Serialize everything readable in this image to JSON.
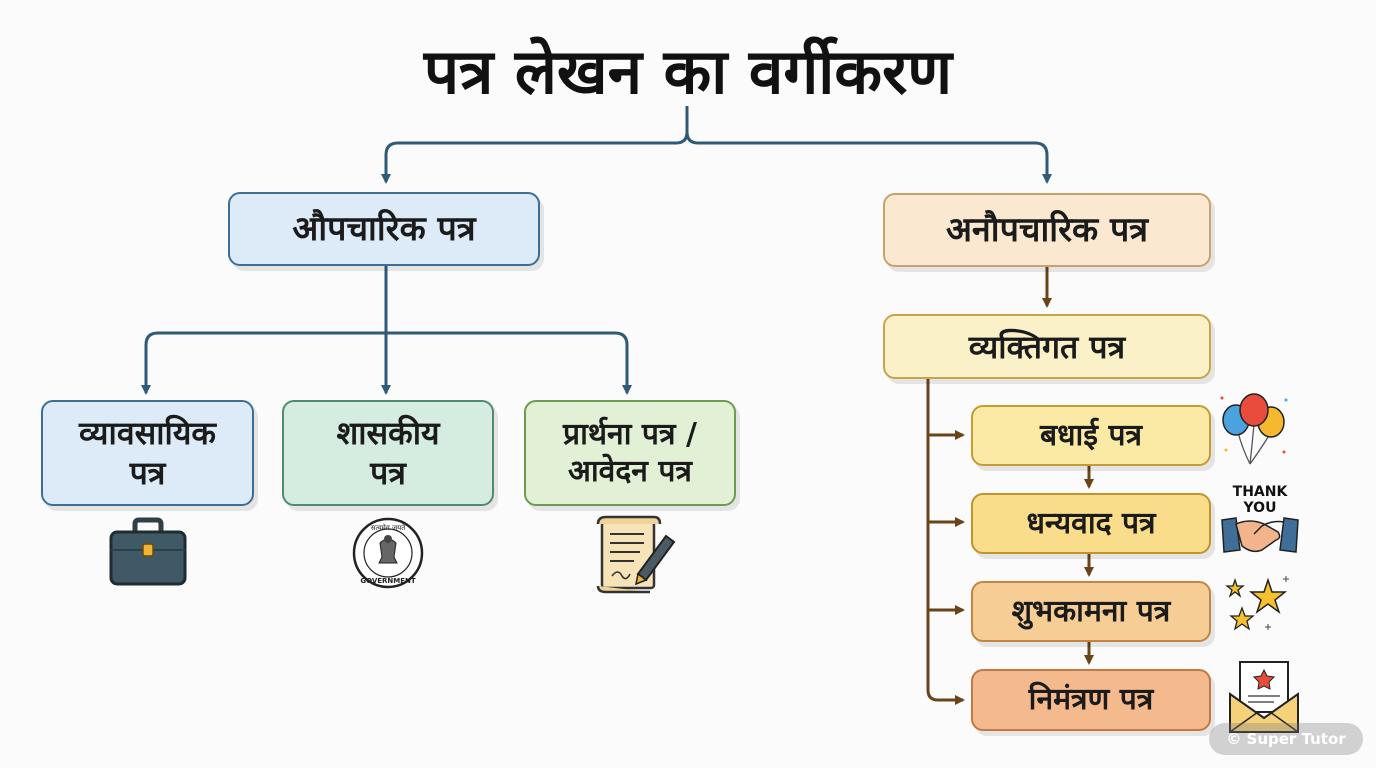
{
  "title": "पत्र लेखन का वर्गीकरण",
  "formal": {
    "label": "औपचारिक पत्र",
    "children": [
      {
        "line1": "व्यावसायिक",
        "line2": "पत्र",
        "icon": "briefcase-icon"
      },
      {
        "line1": "शासकीय",
        "line2": "पत्र",
        "icon": "government-seal-icon"
      },
      {
        "line1": "प्रार्थना पत्र /",
        "line2": "आवेदन पत्र",
        "icon": "scroll-pen-icon"
      }
    ]
  },
  "informal": {
    "label": "अनौपचारिक पत्र",
    "personal": {
      "label": "व्यक्तिगत पत्र",
      "children": [
        {
          "label": "बधाई पत्र",
          "icon": "balloons-icon"
        },
        {
          "label": "धन्यवाद पत्र",
          "icon": "handshake-icon"
        },
        {
          "label": "शुभकामना पत्र",
          "icon": "stars-icon"
        },
        {
          "label": "निमंत्रण पत्र",
          "icon": "invitation-icon"
        }
      ]
    }
  },
  "icon_text": {
    "seal_top": "सत्यमेव जयते",
    "seal_bottom": "GOVERNMENT",
    "thank_line1": "THANK",
    "thank_line2": "YOU"
  },
  "watermark": "© Super Tutor",
  "colors": {
    "formal_line": "#2f5a78",
    "informal_line": "#6a4418",
    "formal_box": "#dcebf7",
    "informal_box": "#fbe8d0"
  }
}
